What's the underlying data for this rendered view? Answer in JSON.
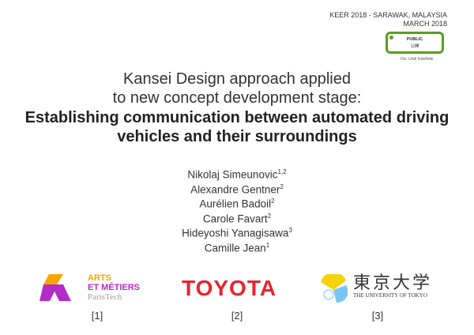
{
  "header": {
    "conference": "KEER 2018 - SARAWAK, MALAYSIA",
    "date": "MARCH 2018"
  },
  "badge": {
    "label": "PUBLIC",
    "label_jp": "公開",
    "note": "Div: Until Indefinite",
    "color": "#5a9e1d"
  },
  "title": {
    "line1": "Kansei Design approach applied",
    "line2": "to new concept development stage:",
    "line3": "Establishing communication between automated driving",
    "line4": "vehicles and their surroundings"
  },
  "authors": [
    {
      "name": "Nikolaj Simeunovic",
      "aff": "1,2"
    },
    {
      "name": "Alexandre Gentner",
      "aff": "2"
    },
    {
      "name": "Aurélien Badoil",
      "aff": "2"
    },
    {
      "name": "Carole Favart",
      "aff": "2"
    },
    {
      "name": "Hideyoshi Yanagisawa",
      "aff": "3"
    },
    {
      "name": "Camille Jean",
      "aff": "1"
    }
  ],
  "logos": [
    {
      "text": [
        "ARTS",
        "ET MÉTIERS",
        "ParisTech"
      ],
      "ref": "[1]"
    },
    {
      "text": "TOYOTA",
      "ref": "[2]",
      "color": "#e8242c"
    },
    {
      "text": [
        "東京大学",
        "THE UNIVERSITY OF TOKYO"
      ],
      "ref": "[3]"
    }
  ]
}
